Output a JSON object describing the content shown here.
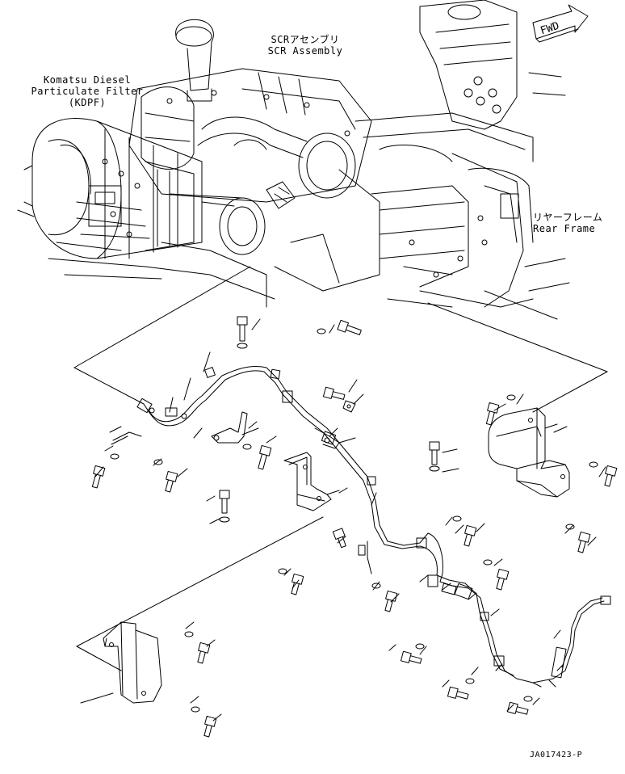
{
  "labels": {
    "scr_jp": "SCRアセンブリ",
    "scr_en": "SCR Assembly",
    "kdpf_line1": "Komatsu Diesel",
    "kdpf_line2": "Particulate Filter",
    "kdpf_line3": "(KDPF)",
    "rear_jp": "リヤーフレーム",
    "rear_en": "Rear Frame"
  },
  "fwd_indicator": "FWD",
  "drawing_code": "JA017423-P"
}
